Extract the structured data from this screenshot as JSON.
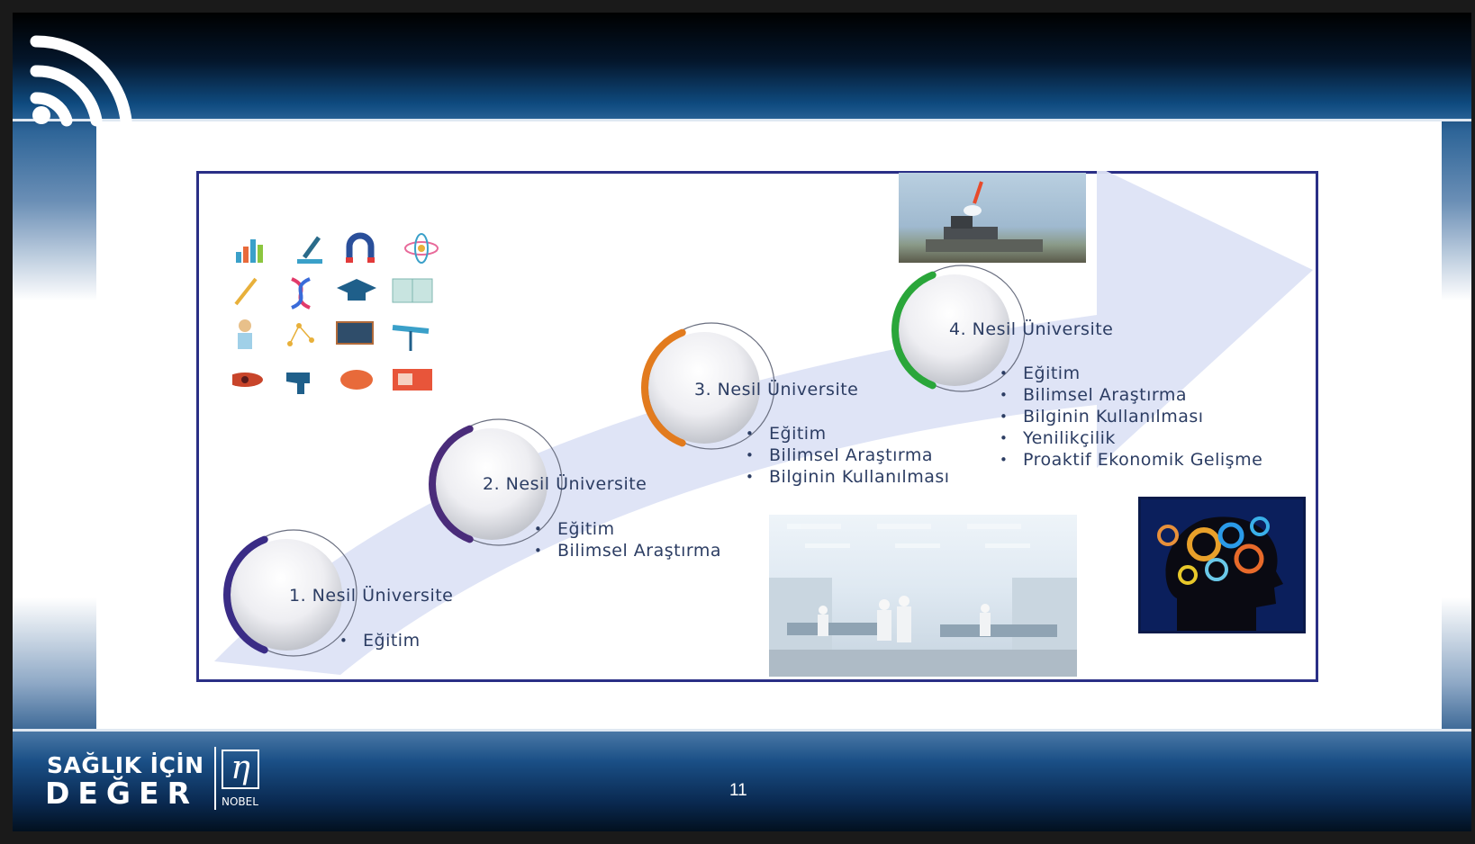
{
  "stages": [
    {
      "label": "1. Nesil Üniversite",
      "color": "#3a2c86",
      "items": [
        "Eğitim"
      ]
    },
    {
      "label": "2. Nesil Üniversite",
      "color": "#4a2c7a",
      "items": [
        "Eğitim",
        "Bilimsel Araştırma"
      ]
    },
    {
      "label": "3. Nesil Üniversite",
      "color": "#e27b1e",
      "items": [
        "Eğitim",
        "Bilimsel Araştırma",
        "Bilginin Kullanılması"
      ]
    },
    {
      "label": "4. Nesil Üniversite",
      "color": "#2aa63a",
      "items": [
        "Eğitim",
        "Bilimsel Araştırma",
        "Bilginin Kullanılması",
        "Yenilikçilik",
        "Proaktif Ekonomik Gelişme"
      ]
    }
  ],
  "footer": {
    "logo_line1": "SAĞLIK İÇİN",
    "logo_line2": "DEĞER",
    "brand": "NOBEL",
    "page_number": "11"
  },
  "colors": {
    "frame": "#2a2f86",
    "arrow": "#dde3f5",
    "text": "#2c3d63"
  },
  "icons": [
    "chart-icon",
    "microscope-icon",
    "magnet-icon",
    "atom-icon",
    "pipette-icon",
    "dna-icon",
    "graduation-cap-icon",
    "book-icon",
    "scientist-icon",
    "molecule-icon",
    "blackboard-icon",
    "telescope-icon",
    "eye-icon",
    "hand-drill-icon",
    "brain-icon",
    "tv-icon"
  ]
}
